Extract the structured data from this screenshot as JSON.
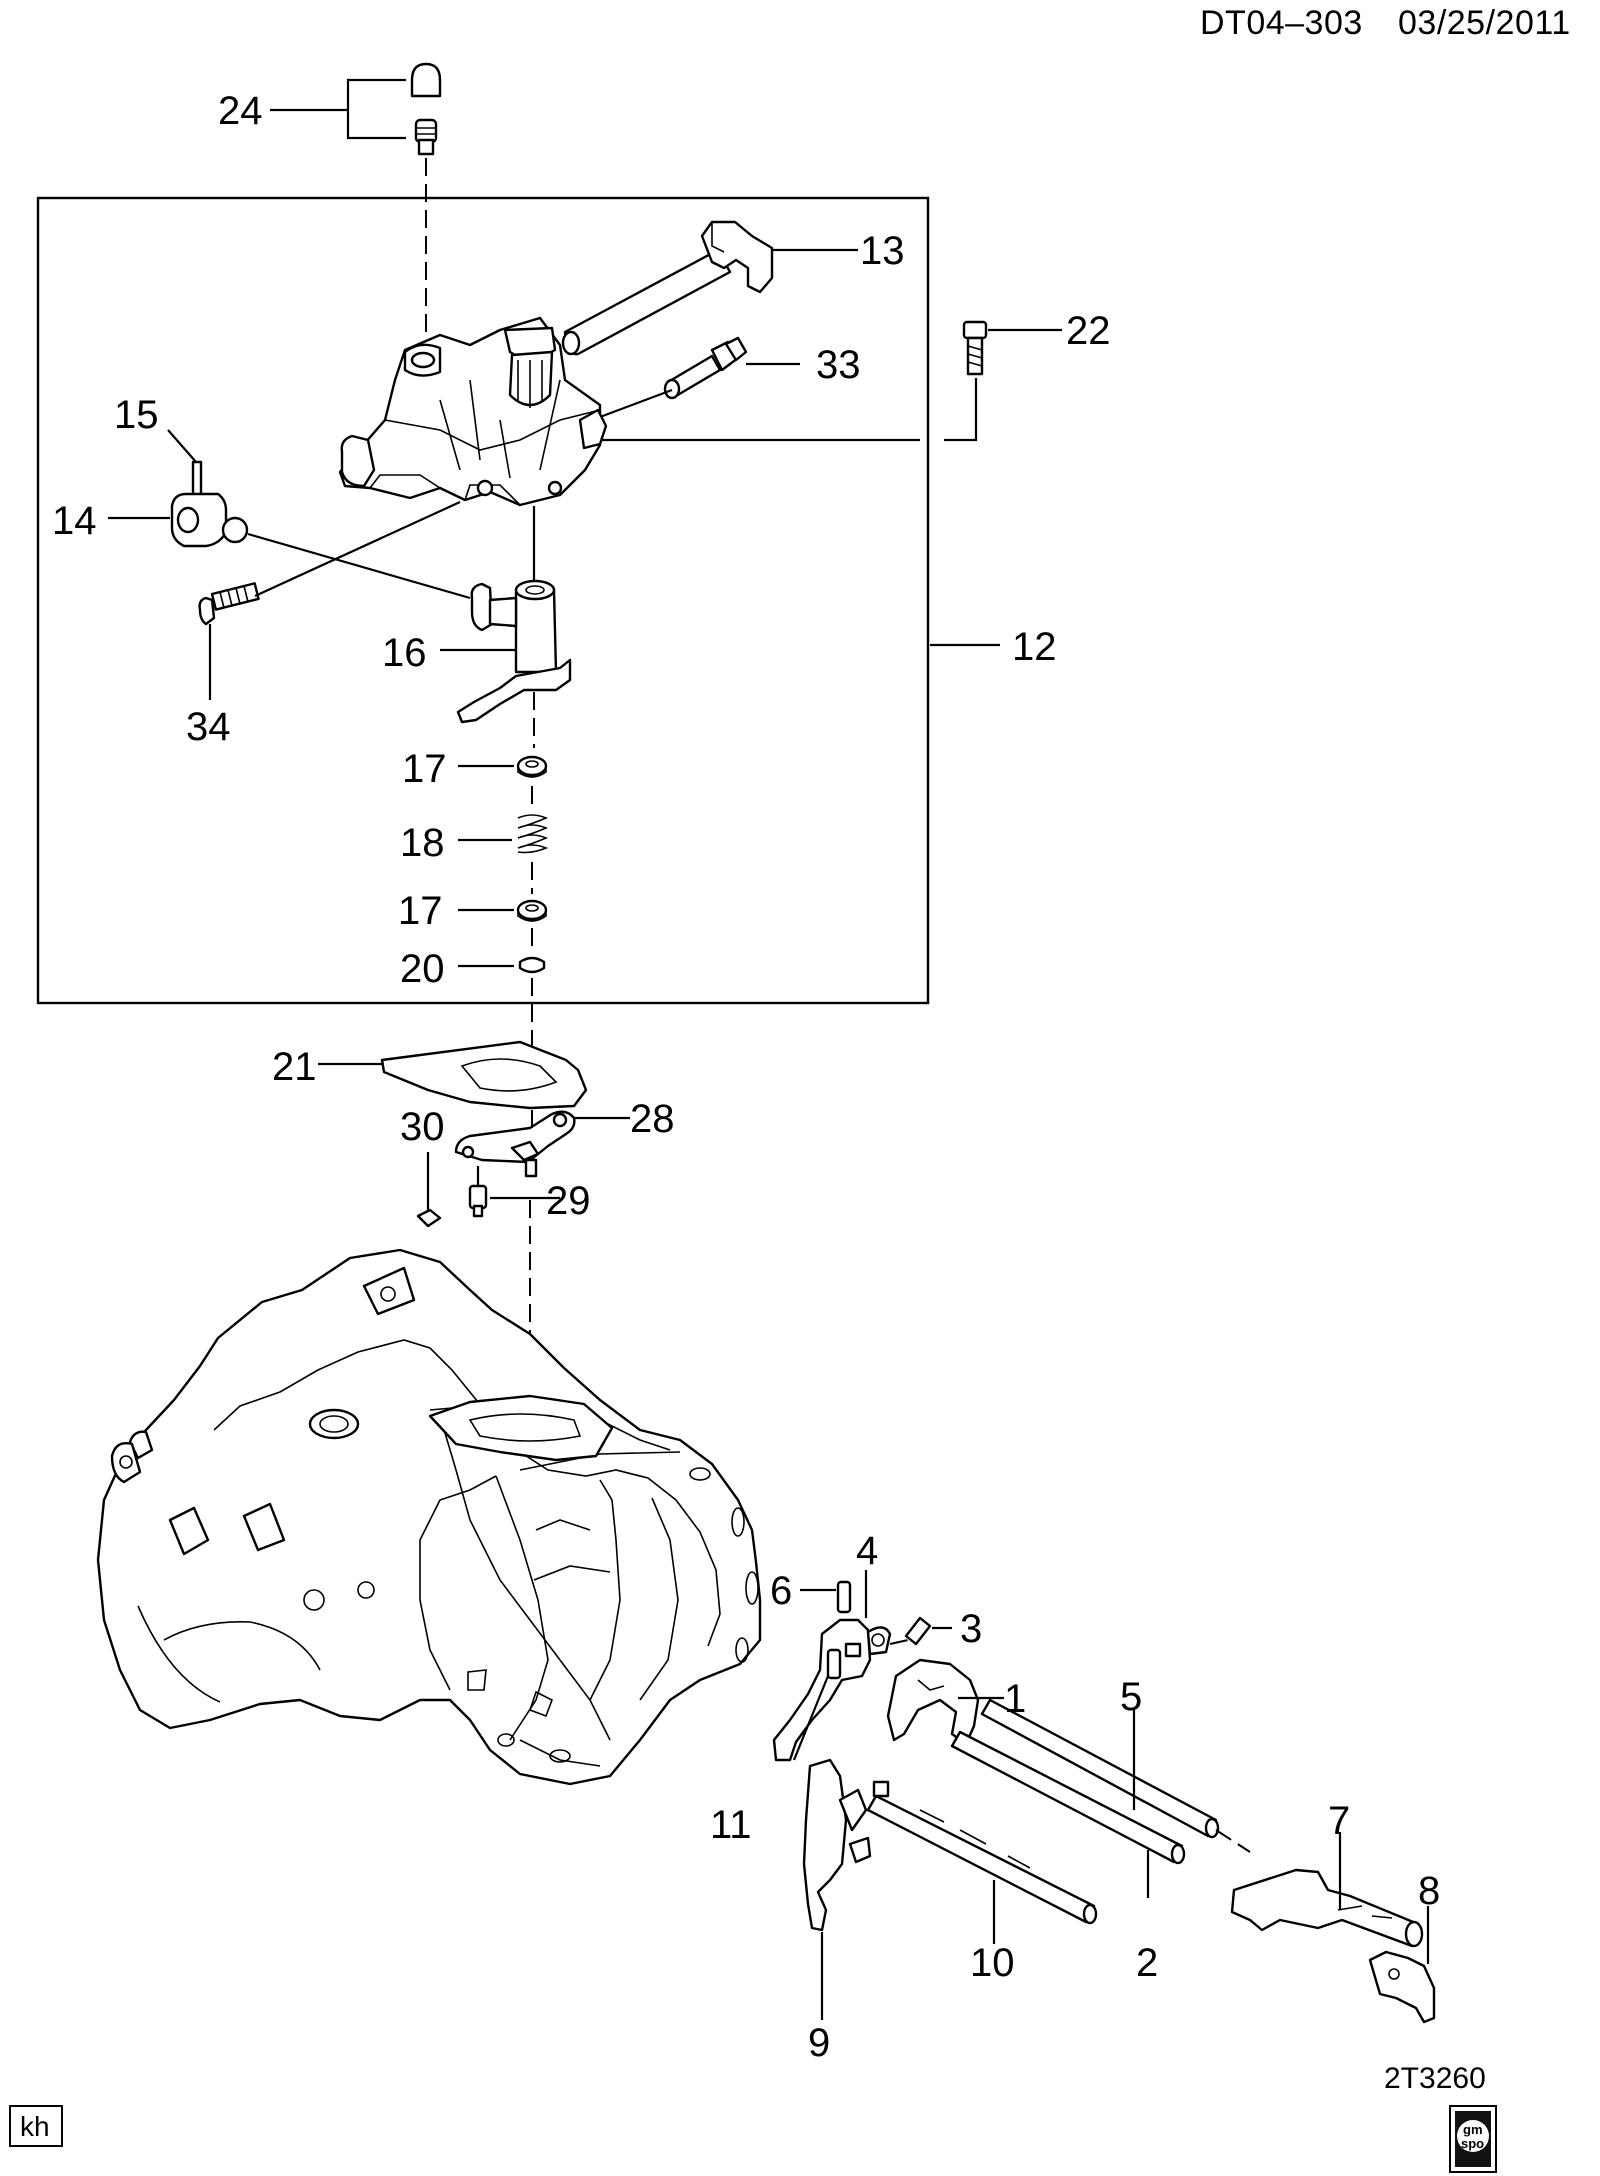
{
  "header": {
    "doc_code": "DT04–303",
    "date": "03/25/2011"
  },
  "figure_ref": "2T3260",
  "author_initials": "kh",
  "logo": {
    "line1": "gm",
    "line2": "spo"
  },
  "callouts": {
    "c1": "1",
    "c2": "2",
    "c3": "3",
    "c4": "4",
    "c5": "5",
    "c6": "6",
    "c7": "7",
    "c8": "8",
    "c9": "9",
    "c10": "10",
    "c11": "11",
    "c12": "12",
    "c13": "13",
    "c14": "14",
    "c15": "15",
    "c16": "16",
    "c17a": "17",
    "c17b": "17",
    "c18": "18",
    "c20": "20",
    "c21": "21",
    "c22": "22",
    "c24": "24",
    "c28": "28",
    "c29": "29",
    "c30": "30",
    "c33": "33",
    "c34": "34"
  }
}
